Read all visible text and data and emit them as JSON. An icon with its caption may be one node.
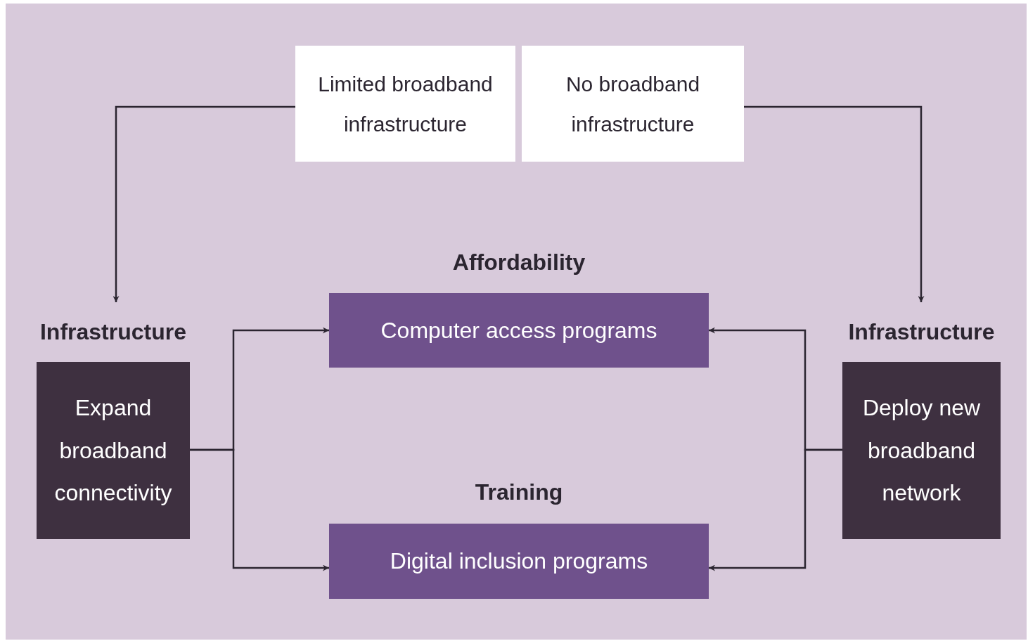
{
  "diagram": {
    "nodes": [
      {
        "text": [
          "Limited broadband infrastructure"
        ]
      },
      {
        "text": [
          "No broadband infrastructure"
        ]
      },
      {
        "text": [
          "Infrastructure",
          "Expand broadband connectivity"
        ]
      },
      {
        "text": [
          "Affordability",
          "Computer access programs"
        ]
      },
      {
        "text": [
          "Training",
          "Digital inclusion programs"
        ]
      },
      {
        "text": [
          "Infrastructure",
          "Deploy new broadband network"
        ]
      }
    ],
    "edges": [
      {
        "from": 0,
        "to": 2,
        "arrow": "to"
      },
      {
        "from": 1,
        "to": 5,
        "arrow": "to"
      },
      {
        "from": 2,
        "to": 3,
        "arrow": "to"
      },
      {
        "from": 2,
        "to": 4,
        "arrow": "to"
      },
      {
        "from": 5,
        "to": 3,
        "arrow": "to"
      },
      {
        "from": 5,
        "to": 4,
        "arrow": "to"
      }
    ]
  }
}
